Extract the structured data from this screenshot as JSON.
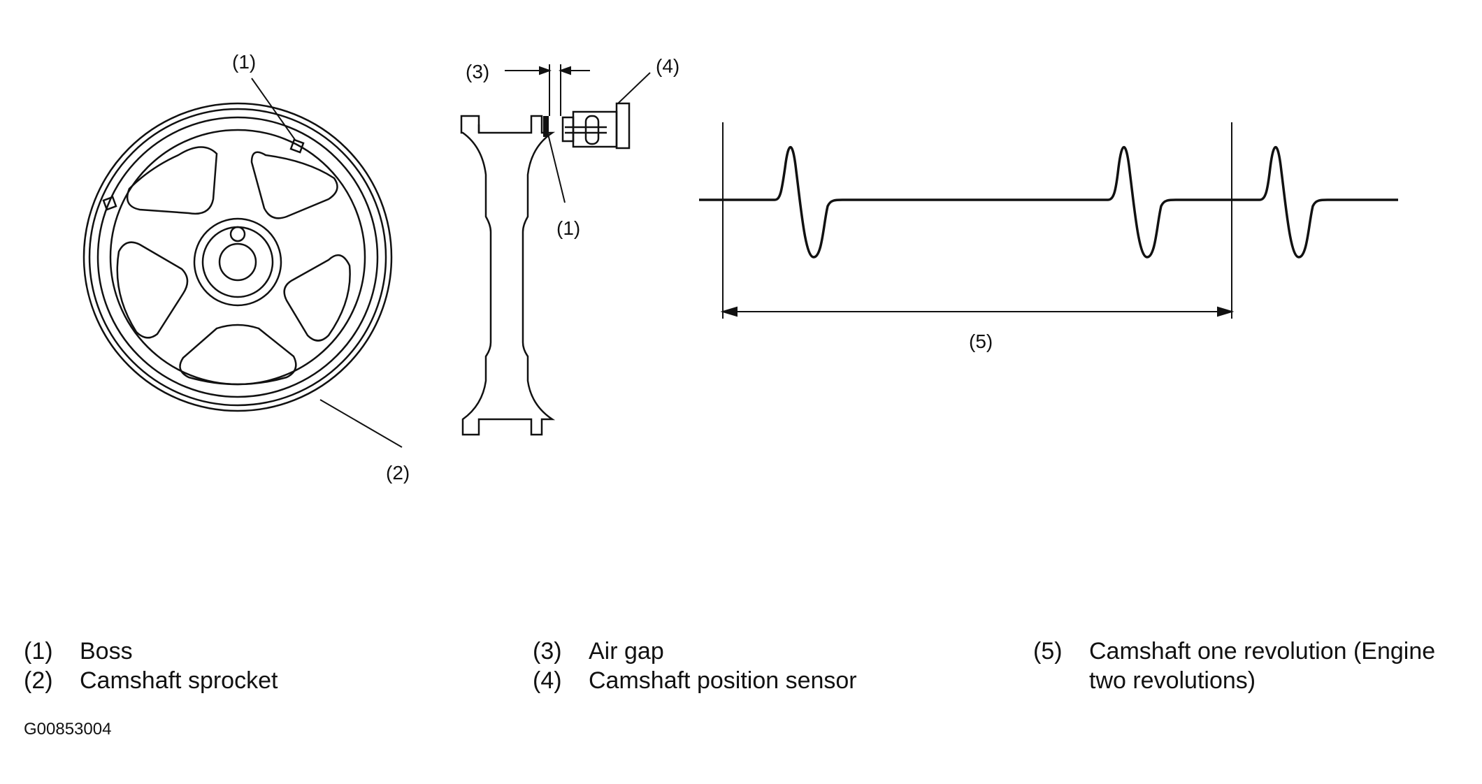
{
  "diagram": {
    "callouts": {
      "sprocket_boss": "(1)",
      "sprocket": "(2)",
      "air_gap": "(3)",
      "sensor": "(4)",
      "section_boss": "(1)",
      "revolution": "(5)"
    }
  },
  "legend": [
    {
      "num": "(1)",
      "text": "Boss"
    },
    {
      "num": "(2)",
      "text": "Camshaft sprocket"
    },
    {
      "num": "(3)",
      "text": "Air gap"
    },
    {
      "num": "(4)",
      "text": "Camshaft position sensor"
    },
    {
      "num": "(5)",
      "text": "Camshaft one revolution (Engine",
      "text2": "two revolutions)"
    }
  ],
  "figure_code": "G00853004",
  "colors": {
    "ink": "#111111",
    "background": "#ffffff"
  },
  "waveform": {
    "pulses_shown": 3,
    "pulses_per_revolution": 2
  }
}
